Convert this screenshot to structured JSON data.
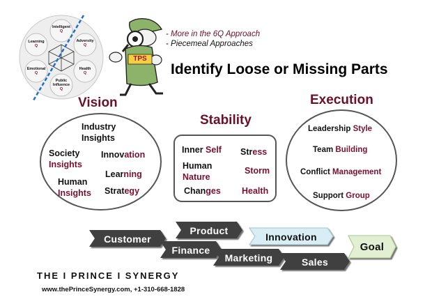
{
  "sixq": {
    "nodes": [
      {
        "name": "Intelligent",
        "q": "Q"
      },
      {
        "name": "Adversity",
        "q": "Q"
      },
      {
        "name": "Health",
        "q": "Q"
      },
      {
        "name": "Public Influence",
        "q": "Q"
      },
      {
        "name": "Emotional",
        "q": "Q"
      },
      {
        "name": "Learning",
        "q": "Q"
      }
    ]
  },
  "tps_label": "TPS",
  "notes": [
    "- More in the 6Q Approach",
    "- Piecemeal Approaches"
  ],
  "main_title": "Identify Loose or Missing Parts",
  "vision": {
    "title": "Vision",
    "industry": {
      "line1": "Industry",
      "line2": "Insights"
    },
    "society": {
      "line1": "Society",
      "line2": "Insights"
    },
    "innovation": {
      "a": "Innov",
      "b": "ation"
    },
    "learning": {
      "a": "Lear",
      "b": "ning"
    },
    "human": {
      "line1": "Human",
      "line2": "Insights"
    },
    "strategy": {
      "a": "Strat",
      "b": "egy"
    }
  },
  "stability": {
    "title": "Stability",
    "inner_self": {
      "a": "Inner ",
      "b": "Self"
    },
    "stress": {
      "a": "Str",
      "b": "ess"
    },
    "human_nature": {
      "line1": "Human",
      "line2": "Nature"
    },
    "storm": "Storm",
    "changes": {
      "a": "Chan",
      "b": "ges"
    },
    "health": "Health"
  },
  "execution": {
    "title": "Execution",
    "leadership": {
      "a": "Leadership ",
      "b": "Style"
    },
    "team": {
      "a": "Team ",
      "b": "Building"
    },
    "conflict": {
      "a": "Conflict ",
      "b": "Management"
    },
    "support": {
      "a": "Support ",
      "b": "Group"
    }
  },
  "flow": {
    "customer": "Customer",
    "product": "Product",
    "finance": "Finance",
    "innovation": "Innovation",
    "marketing": "Marketing",
    "sales": "Sales",
    "goal": "Goal"
  },
  "footer": {
    "brand": "THE I PRINCE I SYNERGY",
    "contact": "www.thePrinceSynergy.com, +1-310-668-1828"
  },
  "colors": {
    "maroon": "#7a1030",
    "arrow_dark": "#3f3f3f",
    "innovation_fill": "#d8eef4",
    "goal_fill": "#e2efd2",
    "sixq_line": "#1e6fc8"
  }
}
